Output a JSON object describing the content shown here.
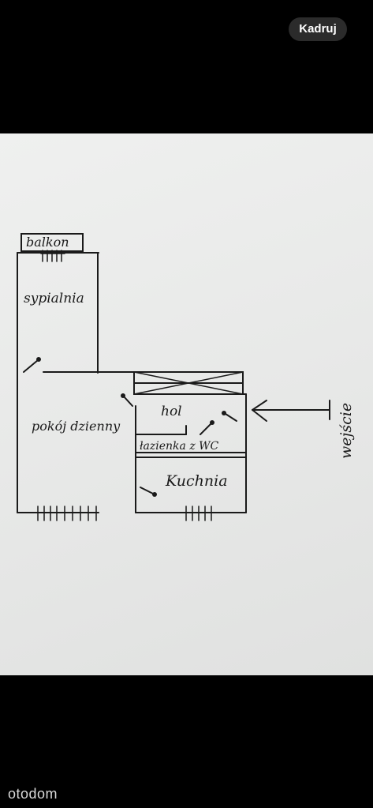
{
  "toolbar": {
    "crop_label": "Kadruj"
  },
  "plan": {
    "rooms": {
      "balcony": "balkon",
      "bedroom": "sypialnia",
      "living_room": "pokój dzienny",
      "hall": "hol",
      "bathroom": "łazienka z WC",
      "kitchen": "Kuchnia"
    },
    "entrance": "wejście"
  },
  "brand": {
    "logo_text": "otodom"
  },
  "colors": {
    "ink": "#1a1a1a",
    "paper": "#e9eae9",
    "background": "#000000",
    "crop_button": "#2b2b2b"
  }
}
